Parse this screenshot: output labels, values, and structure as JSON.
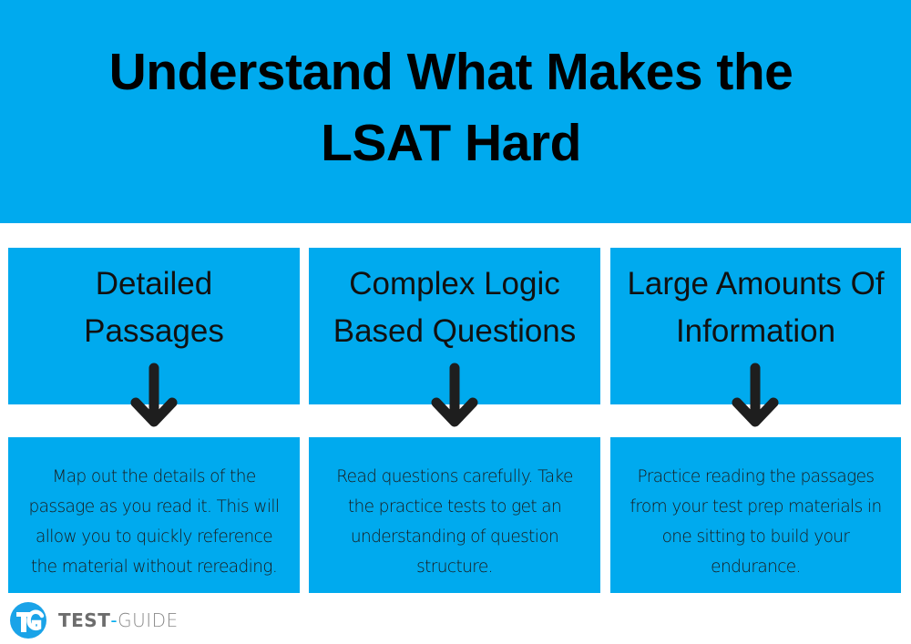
{
  "colors": {
    "accent": "#00AAEE",
    "text": "#000000",
    "arrow": "#1e1e1e",
    "logo_gray": "#7a7a7a"
  },
  "header": {
    "title_line1": "Understand What Makes the",
    "title_line2": "LSAT Hard"
  },
  "columns": [
    {
      "heading_line1": "Detailed",
      "heading_line2": "Passages",
      "arrow_icon": "down-arrow-icon",
      "tip_lines": [
        "Map out the details of the",
        "passage as you read it. This will",
        "allow you to quickly reference",
        "the material without rereading."
      ]
    },
    {
      "heading_line1": "Complex Logic",
      "heading_line2": "Based Questions",
      "arrow_icon": "down-arrow-icon",
      "tip_lines": [
        "Read questions carefully. Take",
        "the practice tests to get an",
        "understanding of question",
        "structure."
      ]
    },
    {
      "heading_line1": "Large Amounts Of",
      "heading_line2": "Information",
      "arrow_icon": "down-arrow-icon",
      "tip_lines": [
        "Practice reading the passages",
        "from your test prep materials in",
        "one sitting to build your",
        "endurance."
      ]
    }
  ],
  "footer": {
    "logo_icon": "test-guide-logo-icon",
    "brand_bold": "TEST",
    "brand_dash": "-",
    "brand_light": "GUIDE"
  }
}
